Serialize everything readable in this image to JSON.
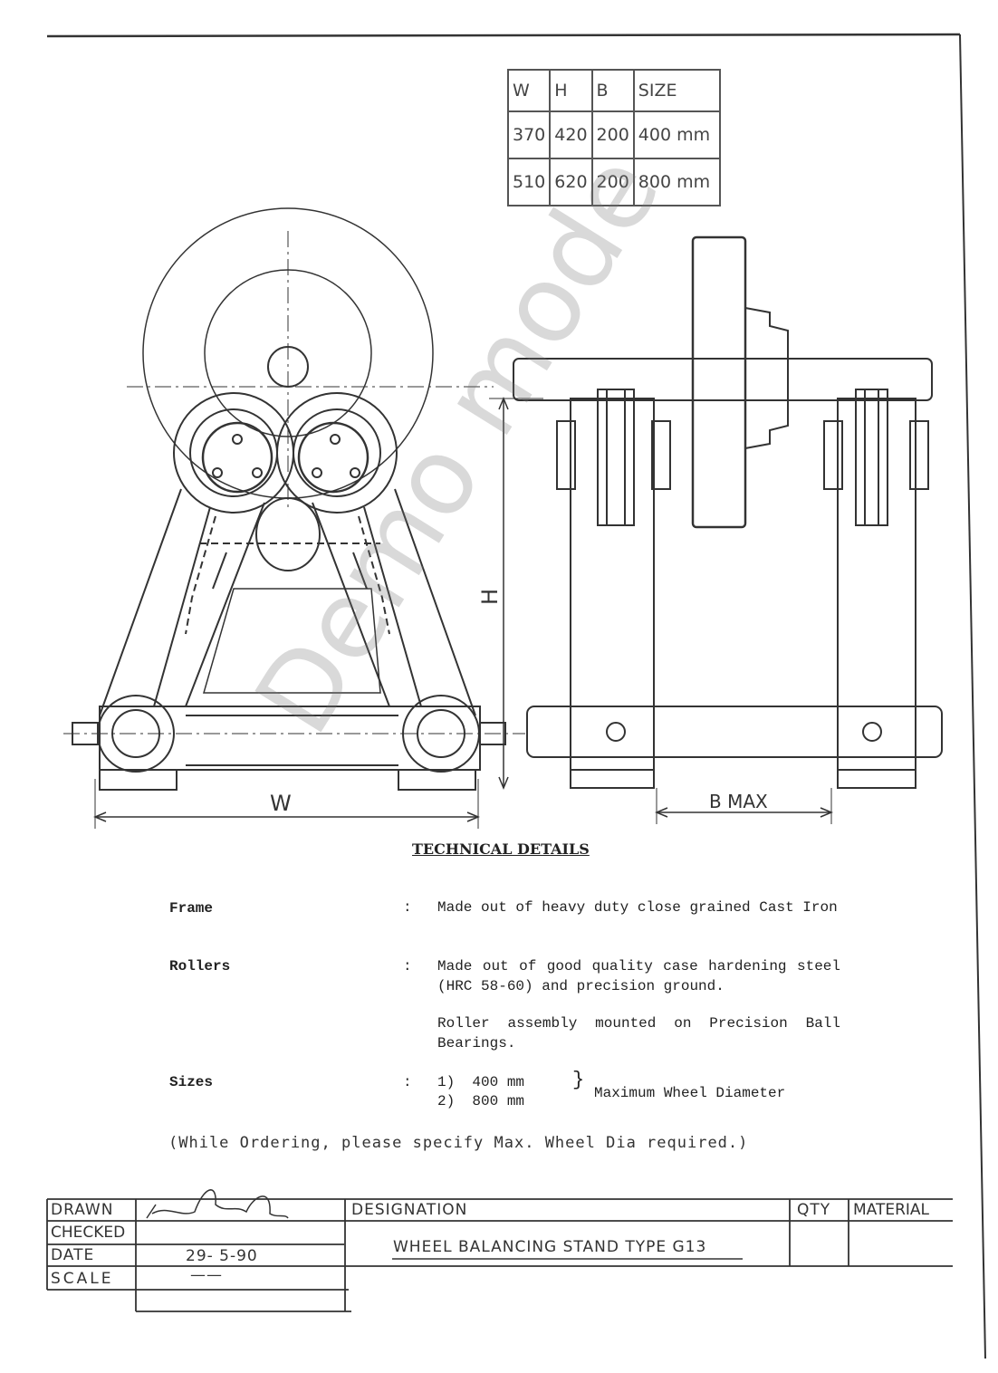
{
  "dimension_table": {
    "headers": [
      "W",
      "H",
      "B",
      "SIZE"
    ],
    "rows": [
      [
        "370",
        "420",
        "200",
        "400 mm"
      ],
      [
        "510",
        "620",
        "200",
        "800 mm"
      ]
    ]
  },
  "drawing": {
    "dim_h": "H",
    "dim_w": "W",
    "dim_bmax": "B MAX"
  },
  "technical_details": {
    "title": "TECHNICAL DETAILS",
    "frame": {
      "label": "Frame",
      "sep": ":",
      "text": "Made out of heavy duty close grained Cast Iron"
    },
    "rollers": {
      "label": "Rollers",
      "sep": ":",
      "text": "Made out of good quality case hardening steel (HRC 58-60) and precision ground.",
      "text2": "Roller assembly mounted on Precision Ball Bearings."
    },
    "sizes": {
      "label": "Sizes",
      "sep": ":",
      "items": [
        "1)  400 mm",
        "2)  800 mm"
      ],
      "note": "Maximum Wheel Diameter"
    },
    "ordering_note": "(While Ordering, please specify Max. Wheel Dia required.)"
  },
  "title_block": {
    "drawn_label": "DRAWN",
    "checked_label": "CHECKED",
    "date_label": "DATE",
    "date_value": "29- 5-90",
    "scale_label": "SCALE",
    "scale_value": "——",
    "designation_label": "DESIGNATION",
    "designation_value": "WHEEL BALANCING STAND TYPE G13",
    "qty_label": "QTY",
    "material_label": "MATERIAL"
  },
  "watermark": "Demo mode"
}
